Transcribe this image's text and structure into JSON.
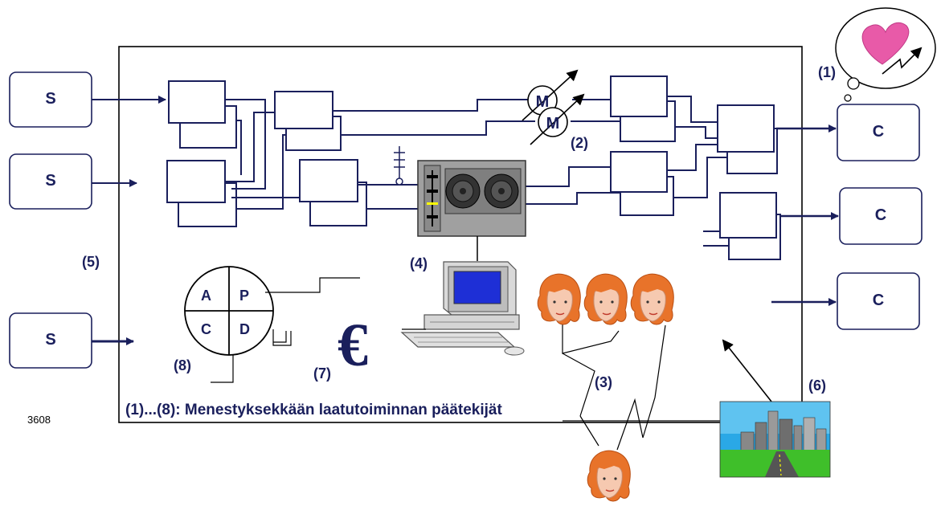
{
  "supplier_label": "S",
  "customer_label": "C",
  "motor_label": "M",
  "pdca": {
    "a": "A",
    "p": "P",
    "c": "C",
    "d": "D"
  },
  "euro_symbol": "€",
  "tags": {
    "t1": "(1)",
    "t2": "(2)",
    "t3": "(3)",
    "t4": "(4)",
    "t5": "(5)",
    "t6": "(6)",
    "t7": "(7)",
    "t8": "(8)"
  },
  "caption": "(1)...(8): Menestyksekkään laatutoiminnan päätekijät",
  "figure_number": "3608",
  "colors": {
    "navy": "#1a1f5c",
    "hair": "#e8732a",
    "face": "#f6c9b0",
    "screen": "#1e2fd6",
    "heart": "#e85aa8"
  }
}
